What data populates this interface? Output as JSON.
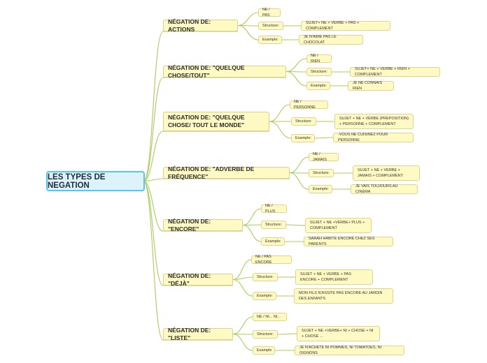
{
  "root": "LES TYPES DE NEGATION",
  "branches": [
    {
      "title": "NÉGATION DE: ACTIONS",
      "form": "NE / PAS",
      "structure_label": "Structure:",
      "structure": "SUJET+ NE + VERBE + PAS + COMPLEMENT",
      "example_label": "Example:",
      "example": "JE N'AIME PAS LE CHOCOLAT"
    },
    {
      "title": "NÉGATION DE: \"QUELQUE CHOSE/TOUT\"",
      "form": "NE / RIEN",
      "structure_label": "Structure:",
      "structure": "SUJET+ NE + VERBE + RIEN + COMPLEMENT",
      "example_label": "Example:",
      "example": "JE NE CONNAIS RIEN"
    },
    {
      "title": "NÉGATION DE: \"QUELQUE CHOSE/ TOUT LE MONDE\"",
      "form": "NE / PERSONNE",
      "structure_label": "Structure:",
      "structure": "SUJET + NE + VERBE (PREPOSITION) + PERSONNE + COMPLEMENT",
      "example_label": "Example:",
      "example": "-VOUS NE CUISINEZ POUR PERSONNE"
    },
    {
      "title": "NÉGATION DE: \"ADVERBE DE FRÉQUENCE\"",
      "form": "NE / JAMAIS",
      "structure_label": "Structure:",
      "structure": "SUJET + NE + VERBE + JAMAIS + COMPLEMENT",
      "example_label": "Example:",
      "example": "JE VAIS TOUJOURS AU CINÉMA"
    },
    {
      "title": "NÉGATION DE: \"ENCORE\"",
      "form": "NE / PLUS",
      "structure_label": "Structure:",
      "structure": "SUJET + NE +VERBE+ PLUS + COMPLEMENT",
      "example_label": "Example:",
      "example": "SARAH HABITE ENCORE CHEZ SES PARENTS"
    },
    {
      "title": "NÉGATION DE: \"DÉJÀ\"",
      "form": "NE / PAS ENCORE",
      "structure_label": "Structure:",
      "structure": "SUJET + NE + VERBE + PAS ENCORE + COMPLEMENT",
      "example_label": "Example:",
      "example": "MON FILS N'ASSITE PAS ENCORE AU JARDIN DES ENFANTS"
    },
    {
      "title": "NÉGATION DE: \"LISTE\"",
      "form": "NE / NI... NI...",
      "structure_label": "Structure:",
      "structure": "SUJET + NE +VERBE+ NI + CHOSE + NI + CHOSE ...",
      "example_label": "Example",
      "example": "JE N'ACHÈTE NI POMMES, NI TOMATOES, NI OIGNONS"
    }
  ],
  "colors": {
    "link": "#a9cc5a",
    "node_fill": "#fff9c4",
    "root_fill": "#dcf3fb",
    "root_border": "#5cc3ea"
  }
}
